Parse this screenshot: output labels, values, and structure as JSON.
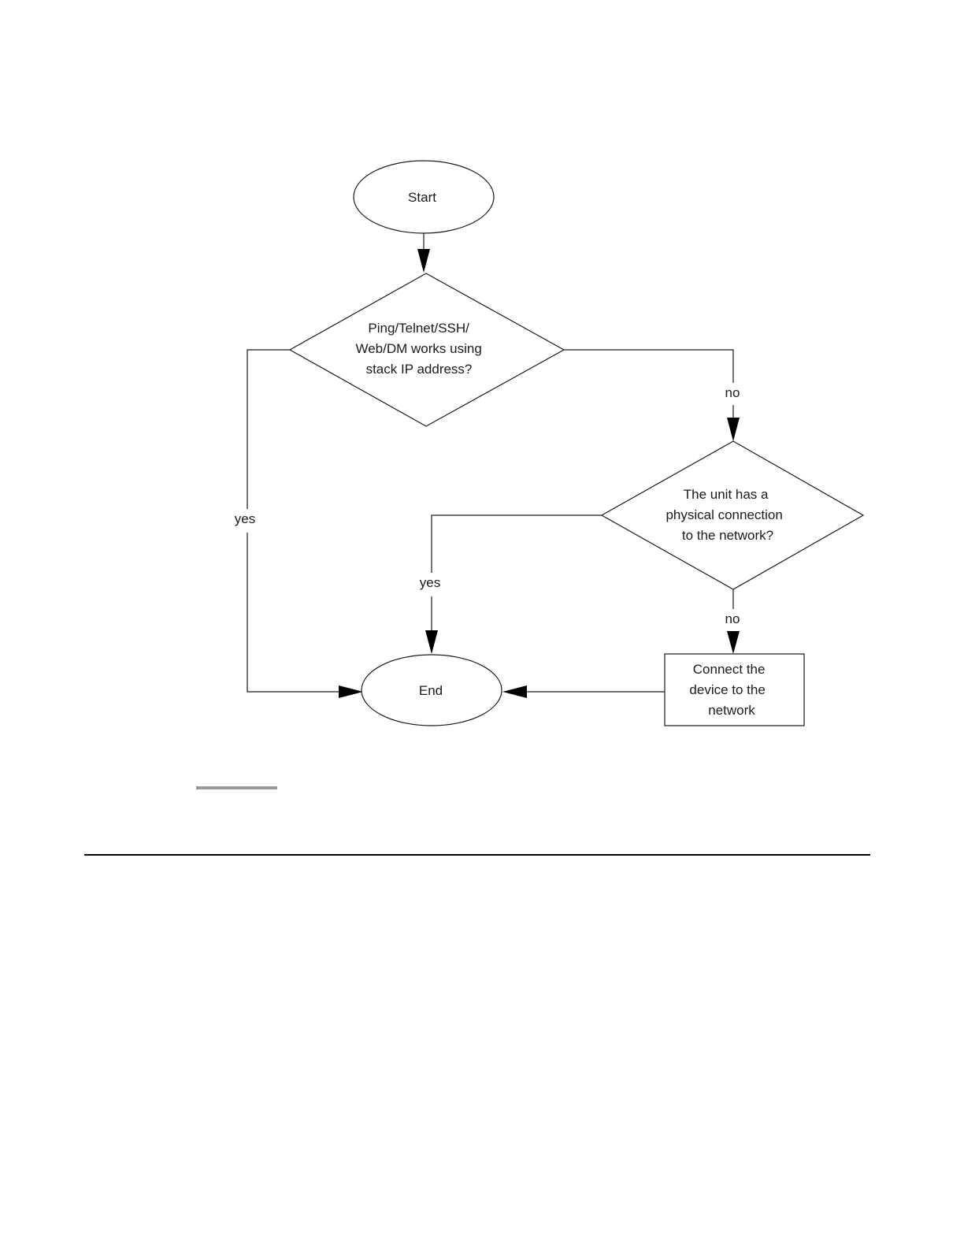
{
  "diagram": {
    "nodes": {
      "start": {
        "lines": [
          "Start"
        ]
      },
      "decision_ping": {
        "lines": [
          "Ping/Telnet/SSH/",
          "Web/DM works using",
          "stack IP address?"
        ]
      },
      "decision_physical": {
        "lines": [
          "The unit has a",
          "physical connection",
          "to the network?"
        ]
      },
      "action_connect": {
        "lines": [
          "Connect the",
          "device to the",
          "network"
        ]
      },
      "end": {
        "lines": [
          "End"
        ]
      }
    },
    "edge_labels": {
      "ping_yes": "yes",
      "ping_no": "no",
      "physical_yes": "yes",
      "physical_no": "no"
    }
  },
  "colors": {
    "line": "#1a1a1a",
    "arrow": "#000000",
    "footnote_rule": "#999999"
  }
}
